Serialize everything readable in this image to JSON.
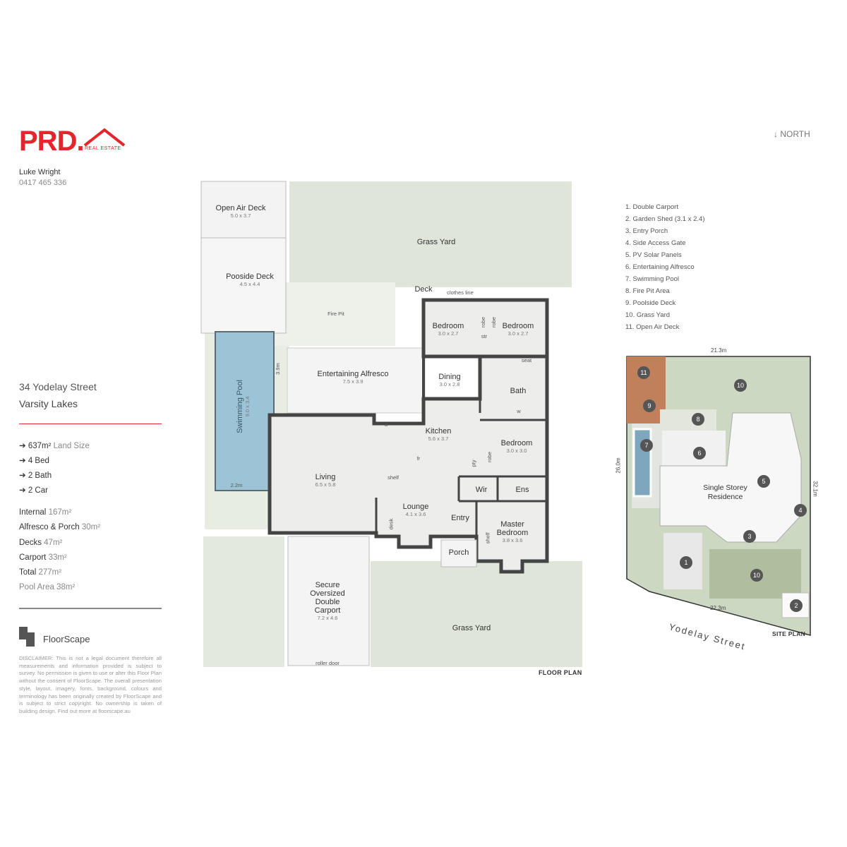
{
  "brand": {
    "name": "PRD.",
    "sub": "REAL ESTATE"
  },
  "agent": {
    "name": "Luke Wright",
    "phone": "0417 465 336"
  },
  "north_label": "↓ NORTH",
  "address": {
    "street": "34 Yodelay Street",
    "suburb": "Varsity Lakes"
  },
  "features": [
    {
      "value": "637m²",
      "label": "Land Size"
    },
    {
      "value": "4 Bed",
      "label": ""
    },
    {
      "value": "2 Bath",
      "label": ""
    },
    {
      "value": "2 Car",
      "label": ""
    }
  ],
  "areas": [
    {
      "label": "Internal",
      "value": "167m²"
    },
    {
      "label": "Alfresco & Porch",
      "value": "30m²"
    },
    {
      "label": "Decks",
      "value": "47m²"
    },
    {
      "label": "Carport",
      "value": "33m²"
    },
    {
      "label": "Total",
      "value": "277m²"
    },
    {
      "label": "Pool Area",
      "value": "38m²"
    }
  ],
  "floorscape": {
    "name": "FloorScape"
  },
  "disclaimer": "DISCLAIMER: This is not a legal document therefore all measurements and information provided is subject to survey. No permission is given to use or alter this Floor Plan without the consent of FloorScape. The overall presentation style, layout, imagery, fonts, background, colours and terminology has been originally created by FloorScape and is subject to strict copyright. No ownership is taken of building design. Find out more at floorscape.au",
  "legend": [
    "1. Double Carport",
    "2. Garden Shed (3.1 x 2.4)",
    "3. Entry Porch",
    "4. Side Access Gate",
    "5. PV Solar Panels",
    "6. Entertaining Alfresco",
    "7. Swimming Pool",
    "8. Fire Pit Area",
    "9. Poolside Deck",
    "10. Grass Yard",
    "11. Open Air Deck"
  ],
  "floor_plan": {
    "caption": "FLOOR PLAN",
    "rooms": {
      "open_air_deck": {
        "name": "Open Air Deck",
        "dim": "5.0 x 3.7"
      },
      "pooside_deck": {
        "name": "Pooside Deck",
        "dim": "4.5 x 4.4"
      },
      "grass_yard_top": {
        "name": "Grass Yard"
      },
      "swimming_pool": {
        "name": "Swimming Pool",
        "dim": "9.0 x 3.4"
      },
      "entertaining": {
        "name": "Entertaining Alfresco",
        "dim": "7.5 x 3.9"
      },
      "bed1": {
        "name": "Bedroom",
        "dim": "3.0 x 2.7"
      },
      "bed2": {
        "name": "Bedroom",
        "dim": "3.0 x 2.7"
      },
      "dining": {
        "name": "Dining",
        "dim": "3.0 x 2.8"
      },
      "bath": {
        "name": "Bath"
      },
      "kitchen": {
        "name": "Kitchen",
        "dim": "5.6 x 3.7"
      },
      "bed3": {
        "name": "Bedroom",
        "dim": "3.0 x 3.0"
      },
      "living": {
        "name": "Living",
        "dim": "6.5 x 5.8"
      },
      "lounge": {
        "name": "Lounge",
        "dim": "4.1 x 3.6"
      },
      "wir": {
        "name": "Wir"
      },
      "ens": {
        "name": "Ens"
      },
      "entry": {
        "name": "Entry"
      },
      "master": {
        "name": "Master Bedroom",
        "dim": "3.8 x 3.6"
      },
      "porch": {
        "name": "Porch"
      },
      "carport": {
        "name": "Secure Oversized Double Carport",
        "dim": "7.2 x 4.6"
      },
      "grass_yard_bottom": {
        "name": "Grass Yard"
      }
    },
    "small_labels": {
      "deck": "Deck",
      "clothes_line": "clothes line",
      "fire_pit": "Fire Pit",
      "robe": "robe",
      "str": "str",
      "seat": "seat",
      "w": "w",
      "d": "d",
      "fr": "fr",
      "shelf": "shelf",
      "pty": "pty",
      "desk": "desk",
      "roller_door": "roller door",
      "pool_w": "3.9m",
      "pool_l": "2.2m"
    }
  },
  "site_plan": {
    "caption": "SITE PLAN",
    "street": "Yodelay Street",
    "residence": "Single Storey Residence",
    "dims": {
      "top": "21.3m",
      "left": "26.0m",
      "right": "32.1m",
      "bottom": "22.3m"
    },
    "markers": [
      "1",
      "2",
      "3",
      "4",
      "5",
      "6",
      "7",
      "8",
      "9",
      "10",
      "10",
      "11"
    ]
  }
}
